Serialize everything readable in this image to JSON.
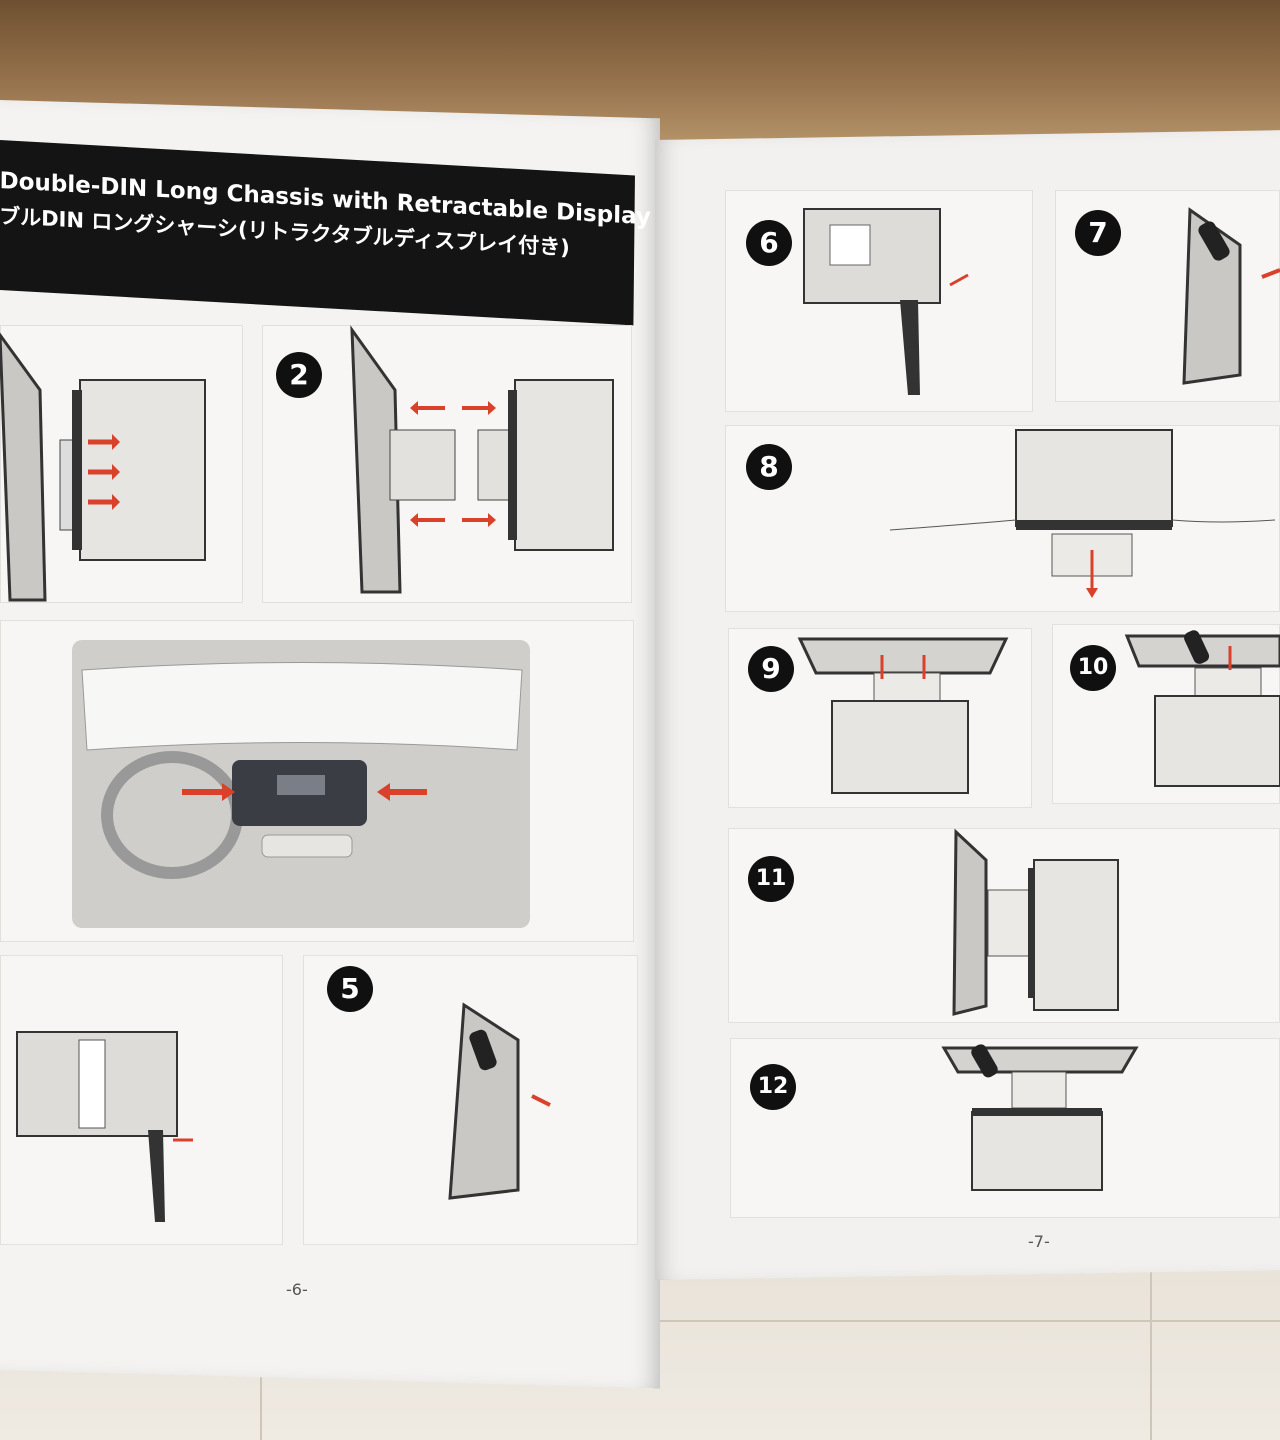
{
  "manual": {
    "title_en": "Double-DIN Long Chassis with Retractable Display",
    "title_jp": "ブルDIN ロングシャーシ(リトラクタブルディスプレイ付き)",
    "steps": [
      "2",
      "5",
      "6",
      "7",
      "8",
      "9",
      "10",
      "11",
      "12"
    ],
    "page_left_number": "-6-",
    "page_right_number": "-7-"
  },
  "colors": {
    "arrow_red": "#d9412b",
    "badge_black": "#101010",
    "paper": "#f4f3f1",
    "banner": "#141414"
  }
}
